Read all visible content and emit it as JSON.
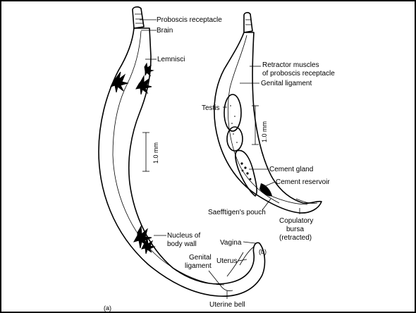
{
  "colors": {
    "ink": "#000000",
    "paper": "#ffffff"
  },
  "labels": {
    "proboscis_receptacle": "Proboscis receptacle",
    "brain": "Brain",
    "lemnisci": "Lemnisci",
    "scale_a": "1.0 mm",
    "nucleus_line1": "Nucleus of",
    "nucleus_line2": "body wall",
    "genital_ligament_a_line1": "Genital",
    "genital_ligament_a_line2": "ligament",
    "vagina": "Vagina",
    "uterus": "Uterus",
    "uterine_bell": "Uterine bell",
    "panel_a": "(a)",
    "retractor_line1": "Retractor muscles",
    "retractor_line2": "of proboscis receptacle",
    "genital_ligament_b": "Genital ligament",
    "testis": "Testis",
    "scale_b": "1.0 mm",
    "cement_gland": "Cement gland",
    "cement_reservoir": "Cement reservoir",
    "saefftigens_pouch": "Saefftigen's pouch",
    "copulatory_line1": "Copulatory",
    "copulatory_line2": "bursa",
    "copulatory_line3": "(retracted)",
    "panel_b": "(b)"
  }
}
